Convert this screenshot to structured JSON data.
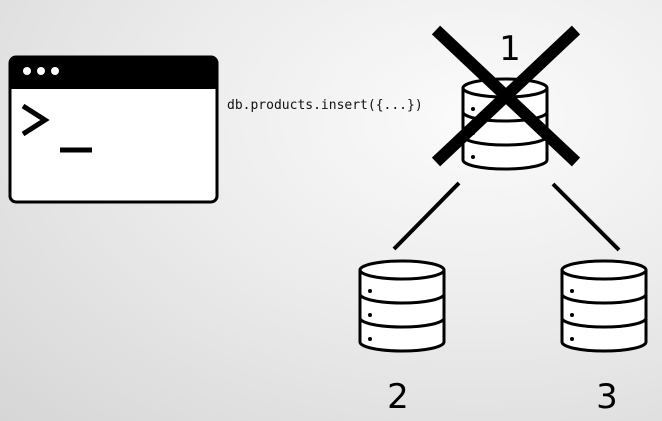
{
  "terminal": {
    "icon": "terminal-window-icon",
    "prompt_glyph": ">_"
  },
  "command": {
    "text": "db.products.insert({...})"
  },
  "nodes": [
    {
      "label": "1",
      "icon": "database-icon",
      "status": "failed",
      "marker": "cross-icon"
    },
    {
      "label": "2",
      "icon": "database-icon"
    },
    {
      "label": "3",
      "icon": "database-icon"
    }
  ],
  "colors": {
    "stroke": "#000000",
    "fill": "#ffffff",
    "background": "#e6e6e6"
  }
}
